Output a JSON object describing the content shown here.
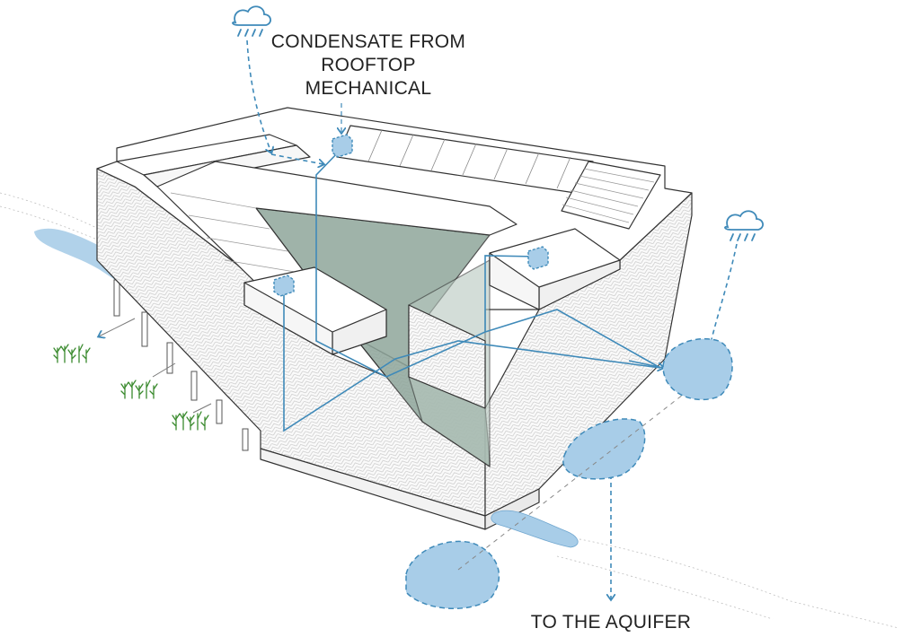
{
  "labels": {
    "condensate_line1": "CONDENSATE FROM",
    "condensate_line2": "ROOFTOP",
    "condensate_line3": "MECHANICAL",
    "aquifer": "TO THE AQUIFER"
  },
  "icons": {
    "rain_cloud": "rain-cloud-icon",
    "plant": "plant-icon",
    "condensate_unit": "mechanical-unit-icon"
  },
  "colors": {
    "water": "#a8cde8",
    "water_dark": "#6fa6cf",
    "flow_line": "#3f8ab9",
    "courtyard": "#8fa69b",
    "outline": "#333333",
    "plants": "#3a8a2e"
  }
}
